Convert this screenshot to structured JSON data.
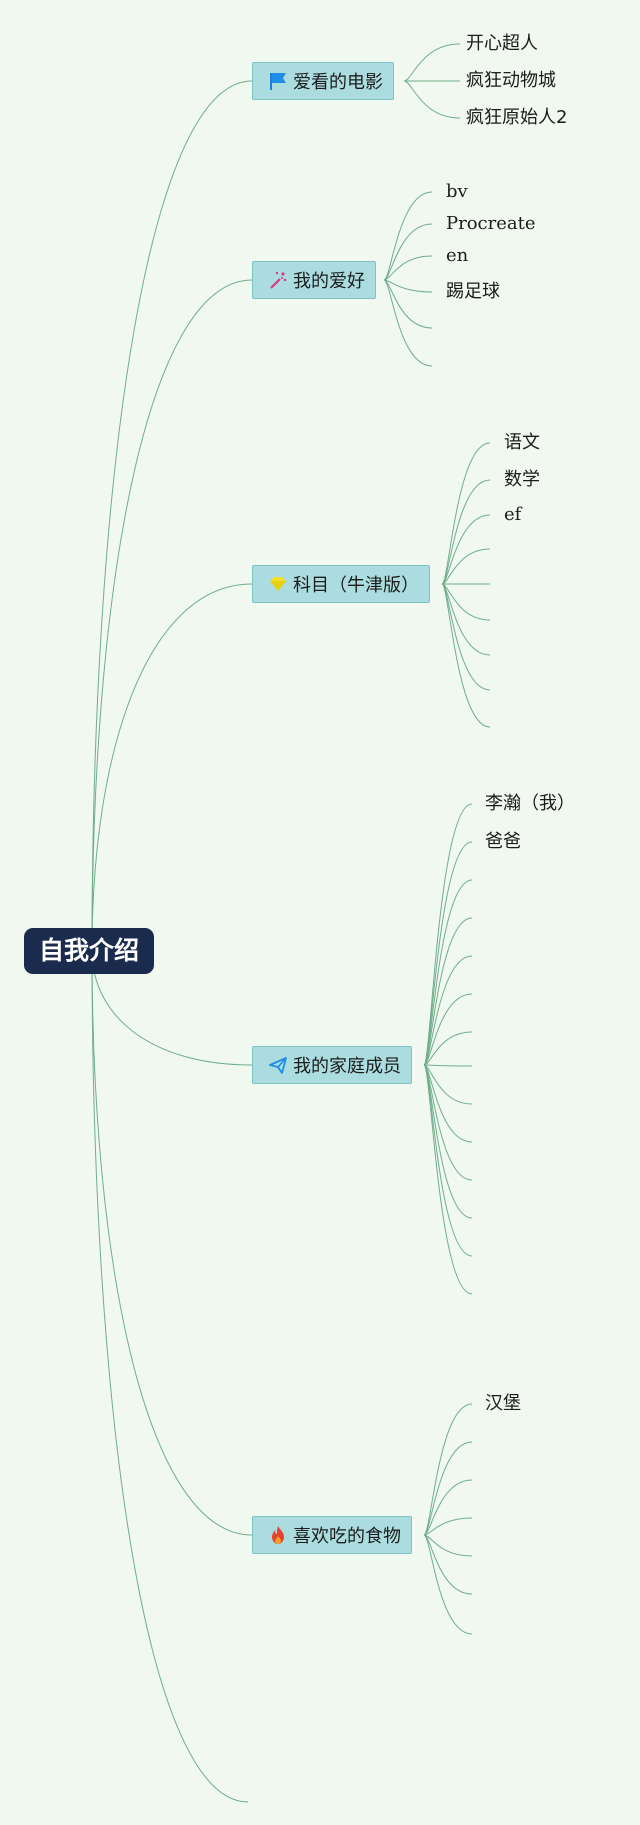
{
  "root": {
    "label": "自我介绍"
  },
  "colors": {
    "background": "#f1f8ef",
    "root_fill": "#1b2b4e",
    "branch_fill": "#abdde0",
    "branch_border": "#7ec2c5",
    "connector": "#6fae8a"
  },
  "branches": [
    {
      "label": "爱看的电影",
      "icon": "flag-icon",
      "items": [
        "开心超人",
        "疯狂动物城",
        "疯狂原始人2"
      ]
    },
    {
      "label": "我的爱好",
      "icon": "magic-wand-icon",
      "items": [
        "bv",
        "Procreate",
        "en",
        "踢足球",
        "",
        ""
      ]
    },
    {
      "label": "科目（牛津版）",
      "icon": "diamond-icon",
      "items": [
        "语文",
        "数学",
        "ef",
        "",
        "",
        "",
        "",
        "",
        ""
      ]
    },
    {
      "label": "我的家庭成员",
      "icon": "paper-plane-icon",
      "items": [
        "李瀚（我）",
        "爸爸",
        "",
        "",
        "",
        "",
        "",
        "",
        "",
        "",
        "",
        "",
        "",
        ""
      ]
    },
    {
      "label": "喜欢吃的食物",
      "icon": "fire-icon",
      "items": [
        "汉堡",
        "",
        "",
        "",
        "",
        "",
        ""
      ]
    }
  ]
}
